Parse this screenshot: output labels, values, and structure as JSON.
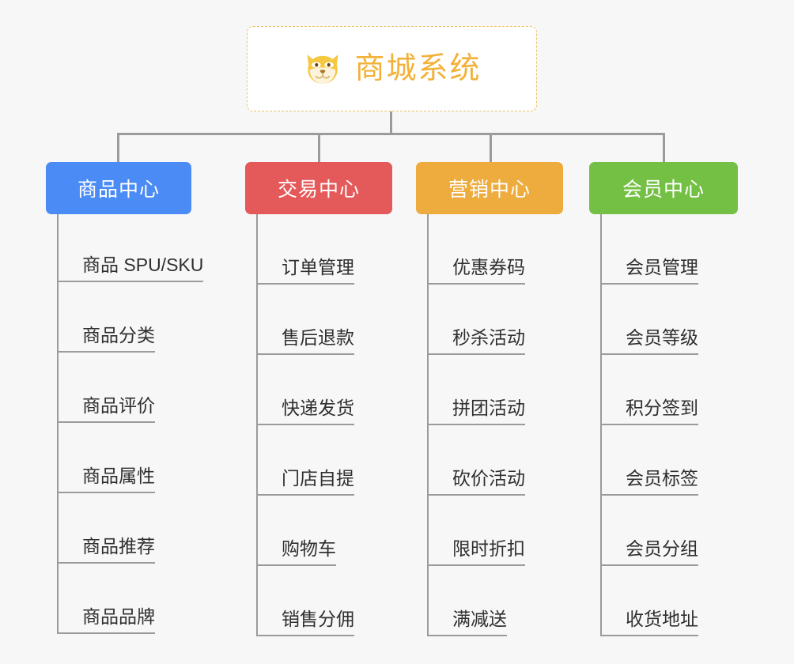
{
  "diagram": {
    "type": "mindmap-tree",
    "background_color": "#f7f7f7",
    "connector_color": "#9b9b9b"
  },
  "root": {
    "title": "商城系统",
    "icon": "shiba-dog-face-icon",
    "text_color": "#f2b138",
    "border_color": "#eac36a",
    "background_color": "#ffffff"
  },
  "branches": [
    {
      "label": "商品中心",
      "color": "#4a8bf5",
      "items": [
        "商品 SPU/SKU",
        "商品分类",
        "商品评价",
        "商品属性",
        "商品推荐",
        "商品品牌"
      ]
    },
    {
      "label": "交易中心",
      "color": "#e4595a",
      "items": [
        "订单管理",
        "售后退款",
        "快递发货",
        "门店自提",
        "购物车",
        "销售分佣"
      ]
    },
    {
      "label": "营销中心",
      "color": "#eeab3e",
      "items": [
        "优惠券码",
        "秒杀活动",
        "拼团活动",
        "砍价活动",
        "限时折扣",
        "满减送"
      ]
    },
    {
      "label": "会员中心",
      "color": "#74c044",
      "items": [
        "会员管理",
        "会员等级",
        "积分签到",
        "会员标签",
        "会员分组",
        "收货地址"
      ]
    }
  ]
}
